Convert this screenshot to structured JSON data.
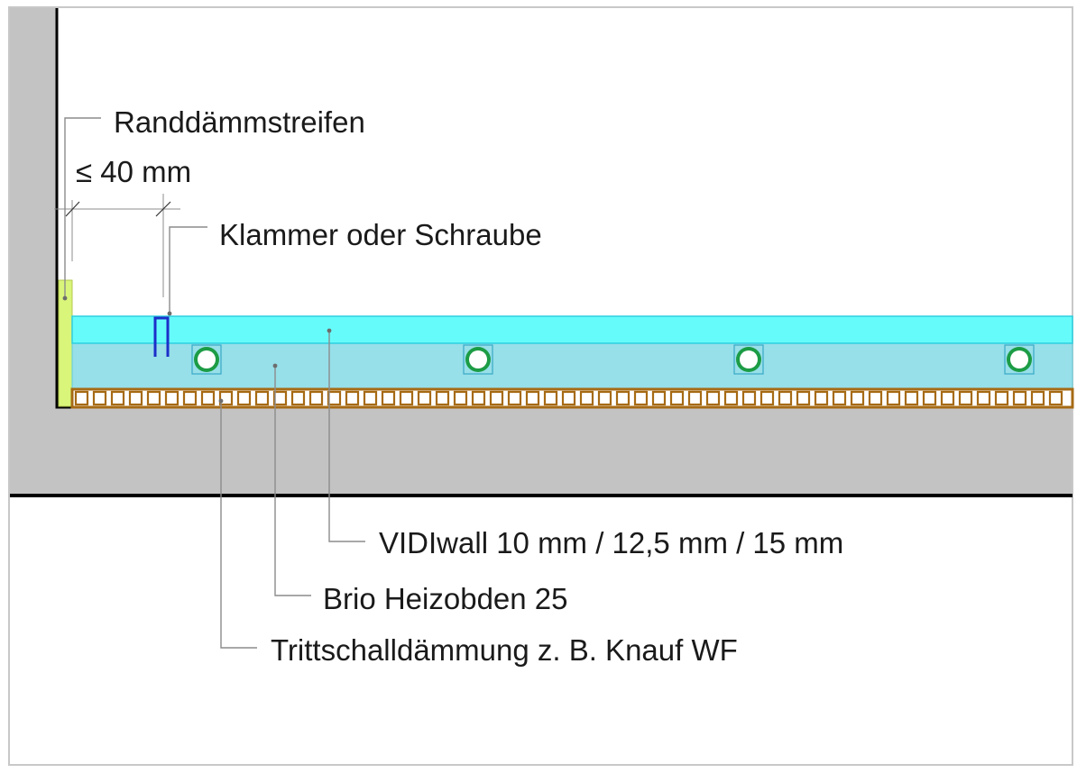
{
  "labels": {
    "edge_strip": "Randdämmstreifen",
    "dimension": "≤ 40 mm",
    "fastener": "Klammer oder Schraube",
    "board": "VIDIwall 10 mm / 12,5 mm / 15 mm",
    "heating_floor": "Brio Heizobden 25",
    "impact_insulation": "Trittschalldämmung z. B. Knauf WF"
  },
  "colors": {
    "frame_border": "#c8c8c8",
    "concrete": "#c3c3c3",
    "wall_line": "#000000",
    "edge_strip": "#d9f57a",
    "board_layer": "#66fbfb",
    "heating_layer": "#97dfe9",
    "insulation_frame": "#a66a14",
    "pipe_ring": "#1c9c45",
    "pipe_box": "#3aa8c6",
    "fastener": "#1c2fc9",
    "leader_line": "#8c8c8c"
  },
  "icons": {
    "pipe": "heating-pipe-icon",
    "fastener": "staple-icon"
  },
  "pipe_count": 4
}
